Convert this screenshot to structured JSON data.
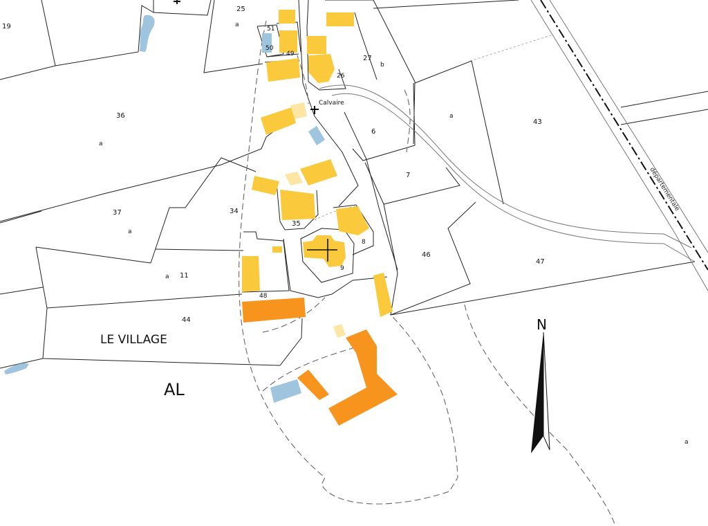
{
  "colors": {
    "building_yellow": "#fbc93c",
    "building_light": "#fde5a4",
    "building_orange": "#f7941e",
    "water_blue": "#9ec4de",
    "road_dash": "#666666",
    "north_arrow": "#111111"
  },
  "labels": {
    "village_name": "LE VILLAGE",
    "section_code": "AL",
    "calvaire": "Calvaire",
    "road_name": "départementale",
    "north": "N"
  },
  "parcel_numbers": {
    "p19": "19",
    "p25": "25",
    "p51": "51",
    "p50": "50",
    "p49": "49",
    "p27": "27",
    "p26": "26",
    "p36": "36",
    "p6": "6",
    "p43": "43",
    "p7": "7",
    "p37": "37",
    "p34": "34",
    "p35": "35",
    "p8": "8",
    "p9": "9",
    "p46": "46",
    "p47": "47",
    "p11": "11",
    "p48": "48",
    "p44": "44"
  },
  "sub_parcel": {
    "a": "a",
    "b": "b"
  },
  "icons": {
    "church": "church-icon",
    "calvary": "calvary-cross-icon",
    "cemetery": "cemetery-cross-icon",
    "north_arrow": "north-arrow-icon"
  }
}
